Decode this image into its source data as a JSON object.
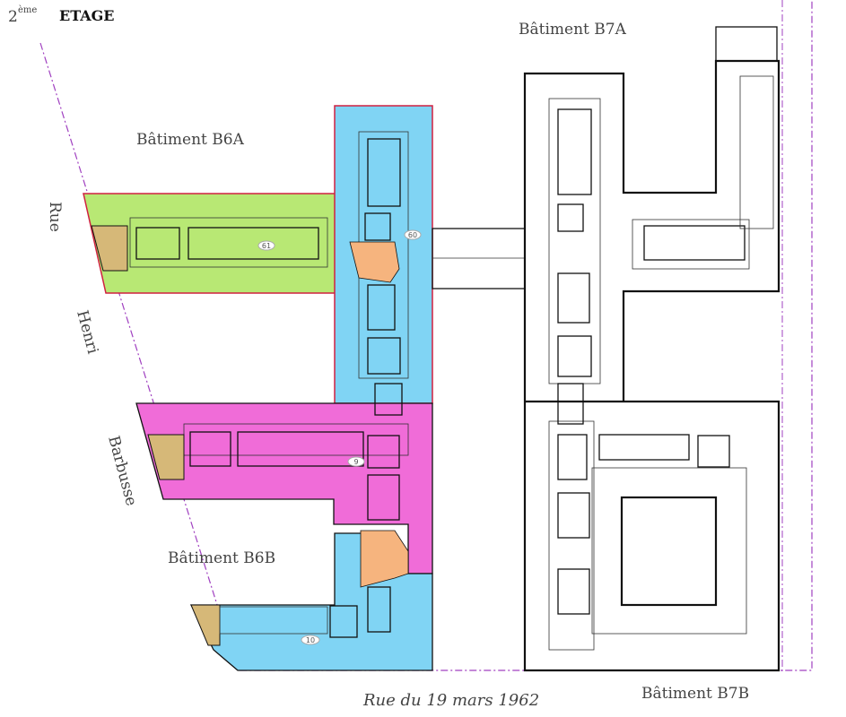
{
  "floor": {
    "number": "2",
    "suffix": "ème",
    "label": "ETAGE"
  },
  "buildings": {
    "b6a": "Bâtiment B6A",
    "b6b": "Bâtiment B6B",
    "b7a": "Bâtiment B7A",
    "b7b": "Bâtiment B7B"
  },
  "streets": {
    "henri_1": "Rue",
    "henri_2": "Henri",
    "henri_3": "Barbusse",
    "south": "Rue du 19 mars 1962"
  },
  "rooms": {
    "r61": "61",
    "r60": "60",
    "r9": "9",
    "r10": "10"
  },
  "colors": {
    "green": "#b8e874",
    "blue": "#80d4f4",
    "pink": "#f06cd8",
    "orange": "#f6b47e",
    "tan": "#d6b878",
    "boundary": "#a040c0",
    "red_edge": "#d02040"
  }
}
